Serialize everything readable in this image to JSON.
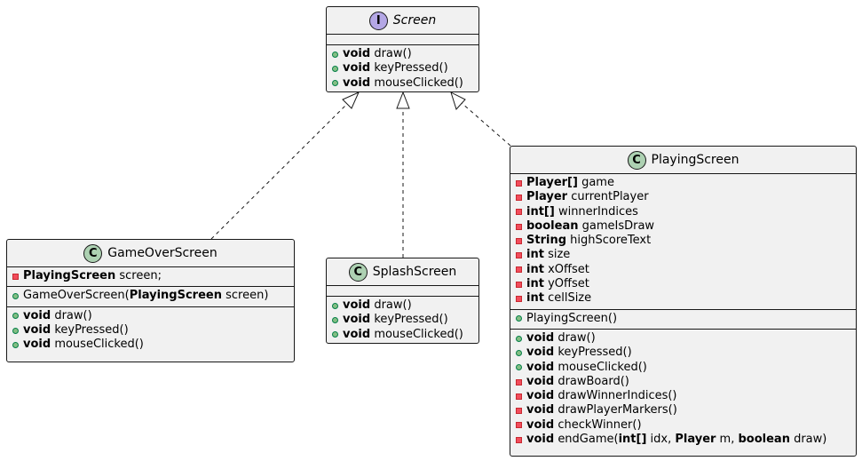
{
  "classes": {
    "screen": {
      "badge": "I",
      "name": "Screen",
      "fields": [],
      "methods": [
        {
          "vis": "public",
          "type": "void",
          "name": "draw()"
        },
        {
          "vis": "public",
          "type": "void",
          "name": "keyPressed()"
        },
        {
          "vis": "public",
          "type": "void",
          "name": "mouseClicked()"
        }
      ]
    },
    "game_over_screen": {
      "badge": "C",
      "name": "GameOverScreen",
      "fields": [
        {
          "vis": "private",
          "type": "PlayingScreen",
          "name": "screen;"
        }
      ],
      "constructor": {
        "vis": "public",
        "prefix": "GameOverScreen(",
        "ptype": "PlayingScreen",
        "pname": " screen)"
      },
      "methods": [
        {
          "vis": "public",
          "type": "void",
          "name": "draw()"
        },
        {
          "vis": "public",
          "type": "void",
          "name": "keyPressed()"
        },
        {
          "vis": "public",
          "type": "void",
          "name": "mouseClicked()"
        }
      ]
    },
    "splash_screen": {
      "badge": "C",
      "name": "SplashScreen",
      "fields": [],
      "methods": [
        {
          "vis": "public",
          "type": "void",
          "name": "draw()"
        },
        {
          "vis": "public",
          "type": "void",
          "name": "keyPressed()"
        },
        {
          "vis": "public",
          "type": "void",
          "name": "mouseClicked()"
        }
      ]
    },
    "playing_screen": {
      "badge": "C",
      "name": "PlayingScreen",
      "fields": [
        {
          "vis": "private",
          "type": "Player[]",
          "name": "game"
        },
        {
          "vis": "private",
          "type": "Player",
          "name": "currentPlayer"
        },
        {
          "vis": "private",
          "type": "int[]",
          "name": "winnerIndices"
        },
        {
          "vis": "private",
          "type": "boolean",
          "name": "gameIsDraw"
        },
        {
          "vis": "private",
          "type": "String",
          "name": "highScoreText"
        },
        {
          "vis": "private",
          "type": "int",
          "name": "size"
        },
        {
          "vis": "private",
          "type": "int",
          "name": "xOffset"
        },
        {
          "vis": "private",
          "type": "int",
          "name": "yOffset"
        },
        {
          "vis": "private",
          "type": "int",
          "name": "cellSize"
        }
      ],
      "constructor": {
        "vis": "public",
        "name": "PlayingScreen()"
      },
      "methods": [
        {
          "vis": "public",
          "type": "void",
          "name": "draw()"
        },
        {
          "vis": "public",
          "type": "void",
          "name": "keyPressed()"
        },
        {
          "vis": "public",
          "type": "void",
          "name": "mouseClicked()"
        },
        {
          "vis": "private",
          "type": "void",
          "name": "drawBoard()"
        },
        {
          "vis": "private",
          "type": "void",
          "name": "drawWinnerIndices()"
        },
        {
          "vis": "private",
          "type": "void",
          "name": "drawPlayerMarkers()"
        },
        {
          "vis": "private",
          "type": "void",
          "name": "checkWinner()"
        }
      ],
      "end_game": {
        "vis": "private",
        "type": "void",
        "prefix": "endGame(",
        "t1": "int[]",
        "n1": " idx, ",
        "t2": "Player",
        "n2": " m, ",
        "t3": "boolean",
        "n3": " draw)"
      }
    }
  },
  "relations": [
    {
      "from": "GameOverScreen",
      "to": "Screen",
      "kind": "realization"
    },
    {
      "from": "SplashScreen",
      "to": "Screen",
      "kind": "realization"
    },
    {
      "from": "PlayingScreen",
      "to": "Screen",
      "kind": "realization"
    }
  ]
}
